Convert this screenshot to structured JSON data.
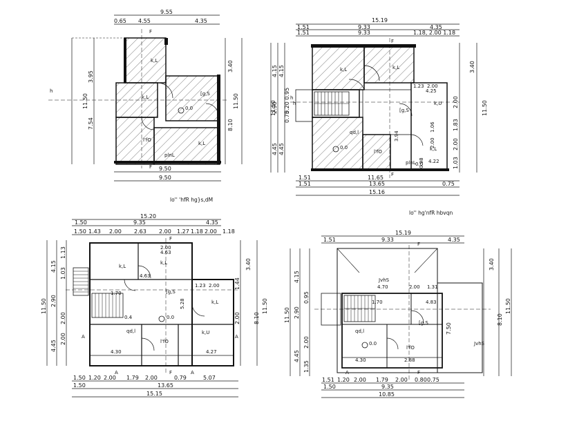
{
  "plan_a": {
    "top_total": "9.55",
    "top_parts": [
      "0.65",
      "4.55",
      "4.35"
    ],
    "bottom_dims": [
      "9.50",
      "9.50"
    ],
    "left_total": "11.50",
    "left_parts": [
      "3.95",
      "7.54"
    ],
    "right_total": "11.50",
    "right_parts": [
      "3.40",
      "8.10"
    ],
    "rooms": [
      "k,L",
      "k,L",
      "[g,S",
      "l'fO",
      "k,L",
      "plnL"
    ],
    "markers": [
      "F",
      "F",
      "h"
    ],
    "column_mark": "0.0",
    "caption": "lo'' 'hfR hg}s,dM"
  },
  "plan_b": {
    "top_dims": [
      "15.19",
      "1.51",
      "9.33",
      "4.35",
      "1.51",
      "9.33",
      "1.18, 2.00 1.18"
    ],
    "bottom_dims": [
      "1.51",
      "11.65",
      "1.51",
      "13.65",
      "0.75",
      "15.16"
    ],
    "left_dims": [
      "11.50",
      "4.15",
      "2.90",
      "4.45",
      "4.15",
      "0.20 0.95",
      "0.75",
      "4.45"
    ],
    "right_dims": [
      "3.40",
      "11.50",
      "2.00",
      "1.83",
      "2.00",
      "1.03"
    ],
    "rooms": [
      "k,L",
      "k,L",
      "k,U",
      "[g,S",
      "qd,l",
      "l'fO",
      "k,L",
      "plnL"
    ],
    "inner_dims": [
      "1.23",
      "2.00",
      "4.25",
      "3.94",
      "4.22",
      "2.00",
      "1.06",
      "0.0",
      "0.0",
      "0.98"
    ],
    "markers": [
      "F",
      "F",
      "h",
      "h"
    ],
    "caption": "lo'' hg'nfR hbvqn"
  },
  "plan_c": {
    "top_total": "15.20",
    "top_parts": [
      "1.50",
      "9.35",
      "4.35"
    ],
    "top_details": [
      "1.50",
      "1.43",
      "2.00",
      "2.63",
      "2.00",
      "1.27",
      "1.18",
      "2.00",
      "1.18"
    ],
    "bottom_dims": [
      "1.50",
      "1.20",
      "2.00",
      "1.79",
      "2.00",
      "0.79",
      "5.07",
      "1.50",
      "13.65",
      "15.15"
    ],
    "left_dims": [
      "11.50",
      "4.15",
      "2.90",
      "4.45",
      "1.13",
      "1.03",
      "2.00",
      "2.00"
    ],
    "right_dims": [
      "3.40",
      "11.50",
      "8.10",
      "2.00",
      "1.44"
    ],
    "rooms": [
      "k,L",
      "k,L",
      "[g,S",
      "qd,l",
      "l'fO",
      "k,L",
      "k,U"
    ],
    "inner_dims": [
      "4.63",
      "4.63",
      "2.00",
      "1.70",
      "4.30",
      "4.27",
      "1.23",
      "2.00",
      "5.28",
      "0.0",
      "0.4"
    ],
    "markers": [
      "F",
      "F",
      "A",
      "A",
      "A",
      "A"
    ],
    "column_mark": "0.0"
  },
  "plan_d": {
    "top_dims": [
      "15.19",
      "1.51",
      "9.33",
      "4.35"
    ],
    "bottom_dims": [
      "1.51",
      "1.20",
      "2.00",
      "1.79",
      "2.00",
      "0.80",
      "0.75",
      "1.50",
      "9.35",
      "10.85"
    ],
    "left_dims": [
      "11.50",
      "4.15",
      "2.90",
      "4.45",
      "1.35",
      "2.00",
      "0.95"
    ],
    "right_dims": [
      "3.40",
      "11.50",
      "8.10",
      "7.50"
    ],
    "rooms": [
      "JvhS",
      "JvhS",
      "[g,S",
      "l'fO",
      "qd,l"
    ],
    "inner_dims": [
      "4.70",
      "2.00",
      "1.31",
      "1.70",
      "4.83",
      "4.30",
      "2.88",
      "0.0"
    ],
    "markers": [
      "F",
      "F",
      "A"
    ]
  }
}
